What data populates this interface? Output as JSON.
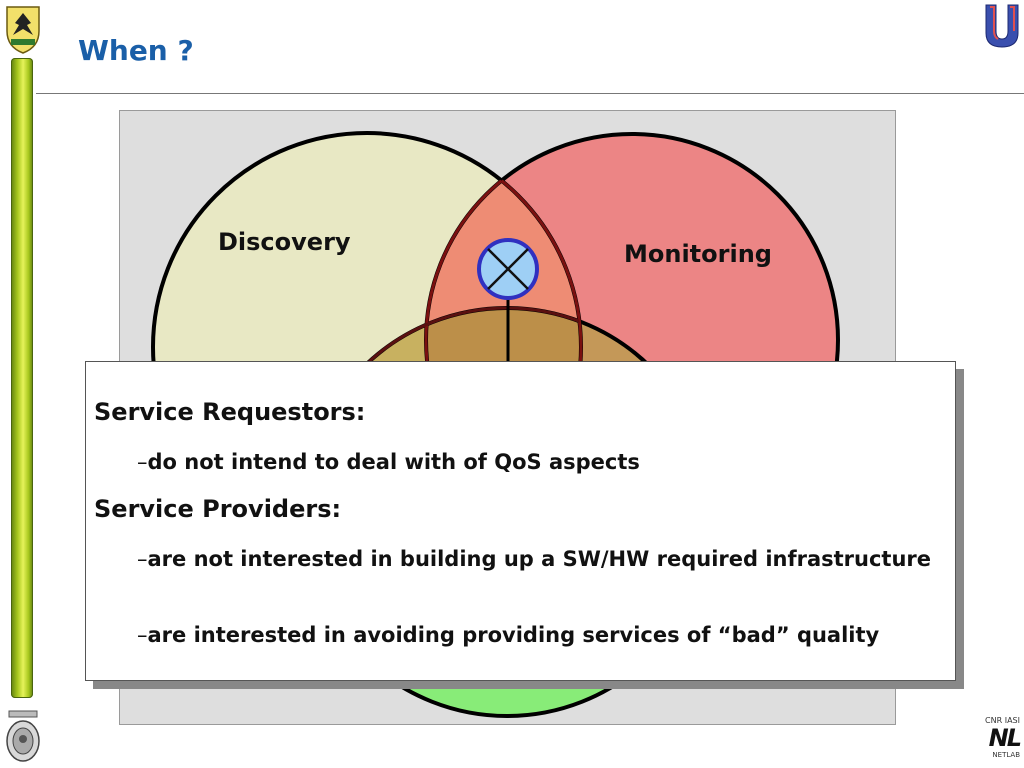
{
  "slide": {
    "title": "When ?"
  },
  "diagram": {
    "circle_labels": {
      "discovery": "Discovery",
      "monitoring": "Monitoring"
    },
    "colors": {
      "discovery": "#e8e8c4",
      "monitoring": "#ec8585",
      "bottom": "#88ec78",
      "overlap_discovery_monitoring": "#ee8c74",
      "overlap_all": "#bc8f49",
      "marker": "#9ecff5",
      "marker_border": "#3030c0",
      "background": "#dedede"
    },
    "marker_icon": "circled-x-icon"
  },
  "text_box": {
    "heading_1": "Service Requestors:",
    "bullet_1": "do not intend to deal with of QoS aspects",
    "heading_2": "Service Providers:",
    "bullet_2": "are not interested in building up a SW/HW required infrastructure",
    "bullet_3": "are interested in avoiding providing services of “bad” quality",
    "bullet_prefix": "–"
  },
  "logos": {
    "top_left": "university-crest-icon",
    "bottom_left": "ornate-seal-icon",
    "top_right": "university-u-logo-icon",
    "bottom_right": "cnr-iasi-netlab-logo",
    "bottom_right_text_top": "CNR IASI",
    "bottom_right_text_mid": "NL",
    "bottom_right_text_bottom": "NETLAB"
  }
}
